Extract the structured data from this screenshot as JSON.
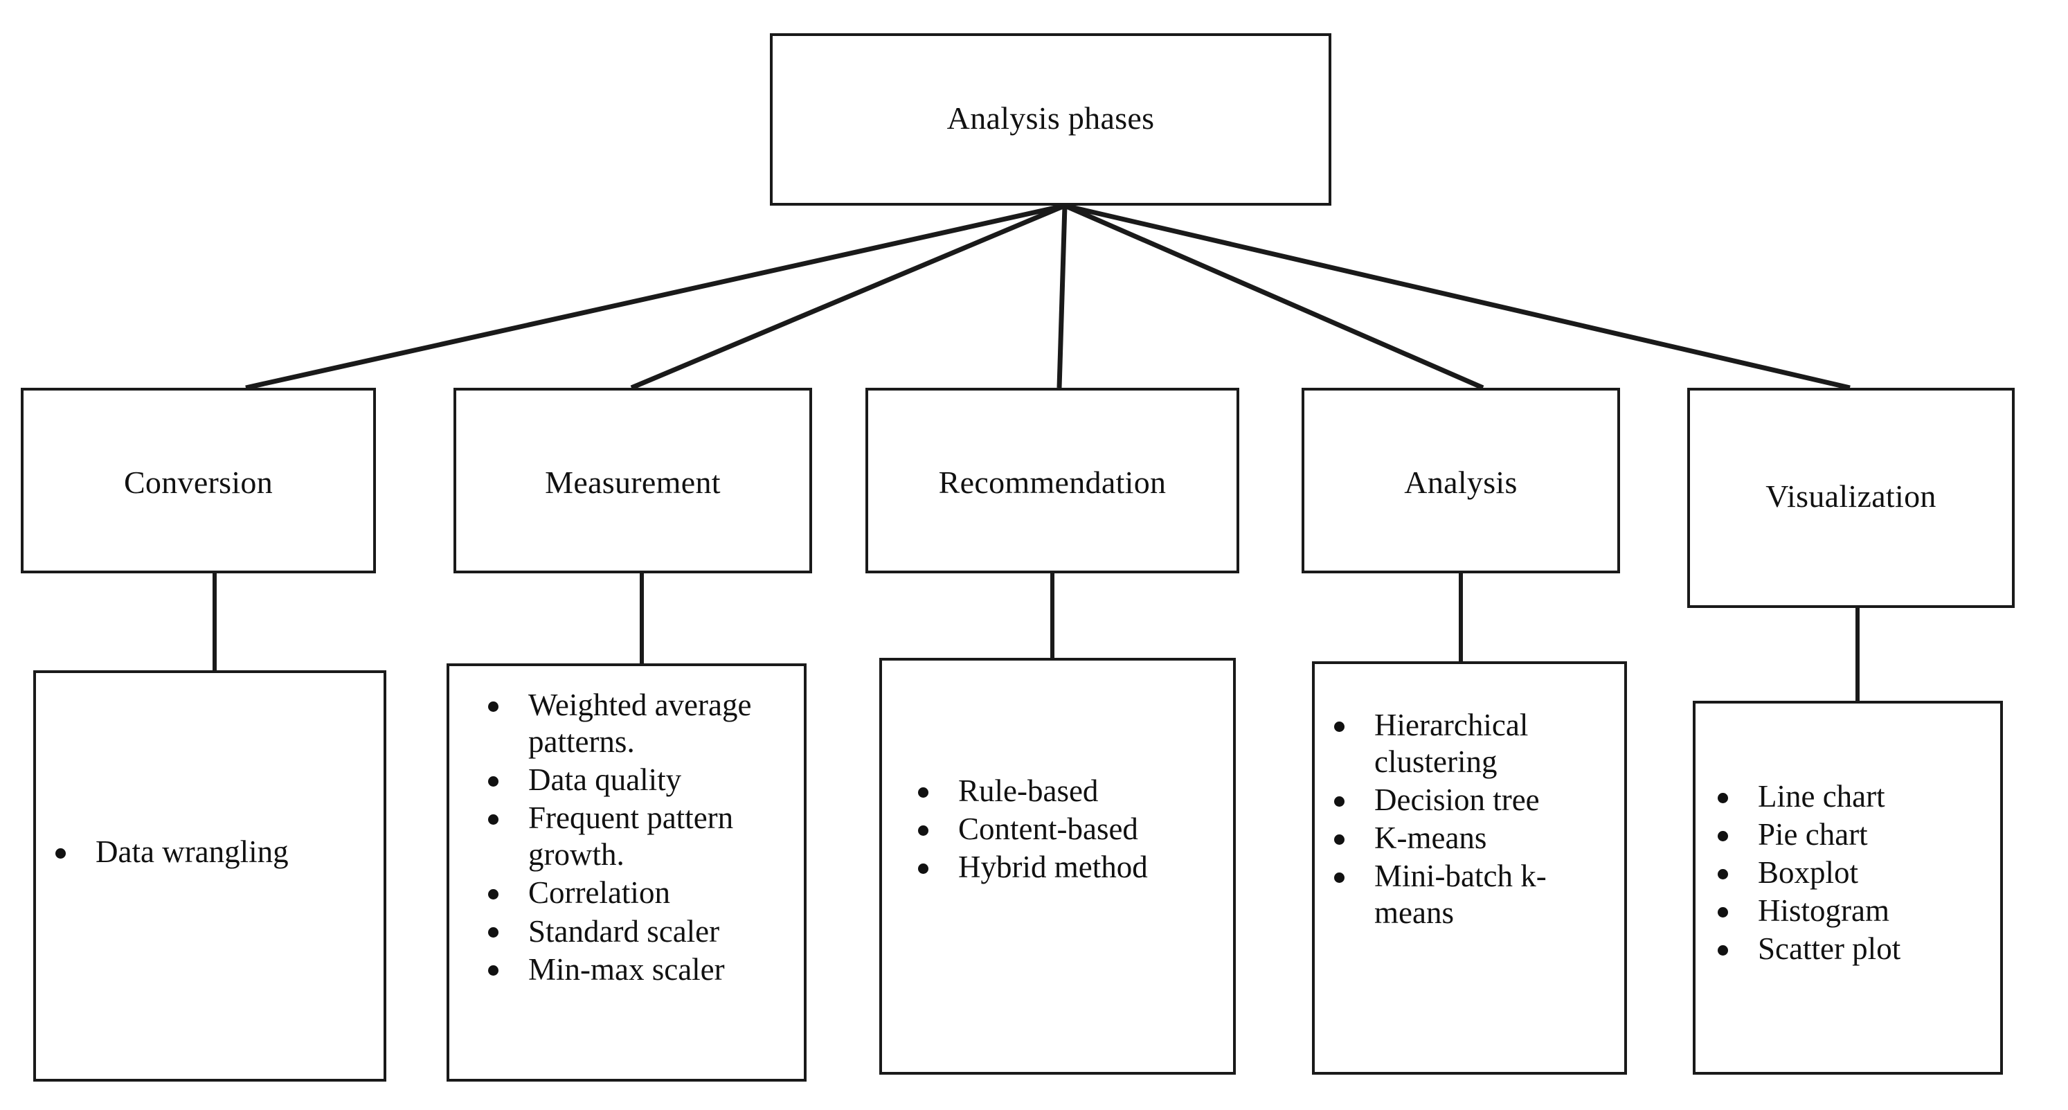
{
  "diagram": {
    "title": "Analysis phases",
    "root": {
      "label": "Analysis phases"
    },
    "phases": [
      {
        "label": "Conversion",
        "items": [
          "Data wrangling"
        ]
      },
      {
        "label": "Measurement",
        "items": [
          "Weighted average patterns.",
          "Data quality",
          "Frequent pattern growth.",
          "Correlation",
          "Standard scaler",
          "Min-max scaler"
        ]
      },
      {
        "label": "Recommendation",
        "items": [
          "Rule-based",
          "Content-based",
          "Hybrid method"
        ]
      },
      {
        "label": "Analysis",
        "items": [
          "Hierarchical clustering",
          "Decision tree",
          "K-means",
          "Mini-batch k-means"
        ]
      },
      {
        "label": "Visualization",
        "items": [
          "Line chart",
          "Pie chart",
          "Boxplot",
          "Histogram",
          "Scatter plot"
        ]
      }
    ],
    "colors": {
      "stroke": "#1a1a1a",
      "text": "#111111",
      "background": "#ffffff"
    }
  }
}
